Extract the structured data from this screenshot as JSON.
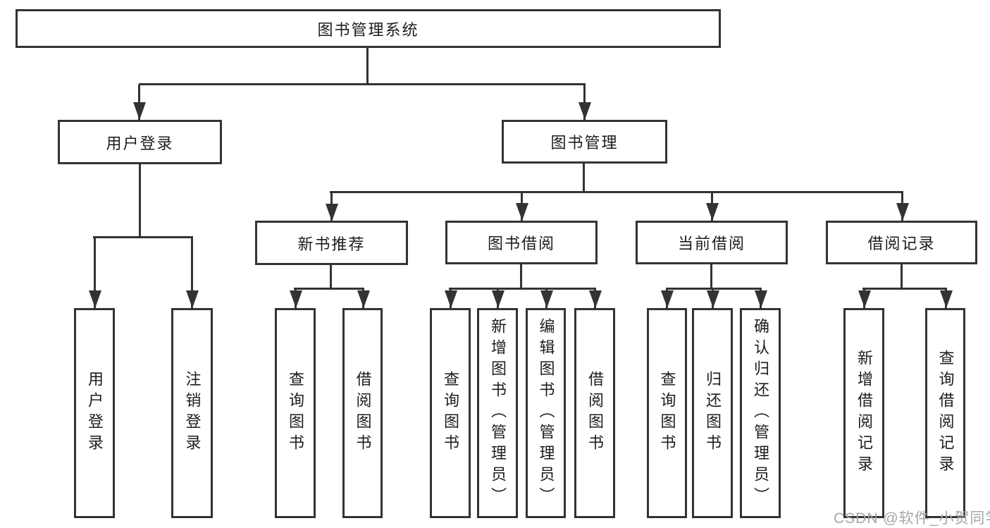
{
  "diagram": {
    "root": {
      "label": "图书管理系统"
    },
    "level2": [
      {
        "label": "用户登录"
      },
      {
        "label": "图书管理"
      }
    ],
    "level3": [
      {
        "label": "新书推荐",
        "parent": "图书管理"
      },
      {
        "label": "图书借阅",
        "parent": "图书管理"
      },
      {
        "label": "当前借阅",
        "parent": "图书管理"
      },
      {
        "label": "借阅记录",
        "parent": "图书管理"
      }
    ],
    "leaves": [
      {
        "label": "用户登录",
        "parent": "用户登录"
      },
      {
        "label": "注销登录",
        "parent": "用户登录"
      },
      {
        "label": "查询图书",
        "parent": "新书推荐"
      },
      {
        "label": "借阅图书",
        "parent": "新书推荐"
      },
      {
        "label": "查询图书",
        "parent": "图书借阅"
      },
      {
        "label": "新增图书（管理员）",
        "parent": "图书借阅"
      },
      {
        "label": "编辑图书（管理员）",
        "parent": "图书借阅"
      },
      {
        "label": "借阅图书",
        "parent": "图书借阅"
      },
      {
        "label": "查询图书",
        "parent": "当前借阅"
      },
      {
        "label": "归还图书",
        "parent": "当前借阅"
      },
      {
        "label": "确认归还（管理员）",
        "parent": "当前借阅"
      },
      {
        "label": "新增借阅记录",
        "parent": "借阅记录"
      },
      {
        "label": "查询借阅记录",
        "parent": "借阅记录"
      }
    ]
  },
  "watermark": {
    "text": "CSDN @软件_小贺同学"
  },
  "colors": {
    "line": "#333333",
    "text": "#1d1d1f",
    "watermark": "#a3a7ab",
    "background": "#ffffff"
  }
}
